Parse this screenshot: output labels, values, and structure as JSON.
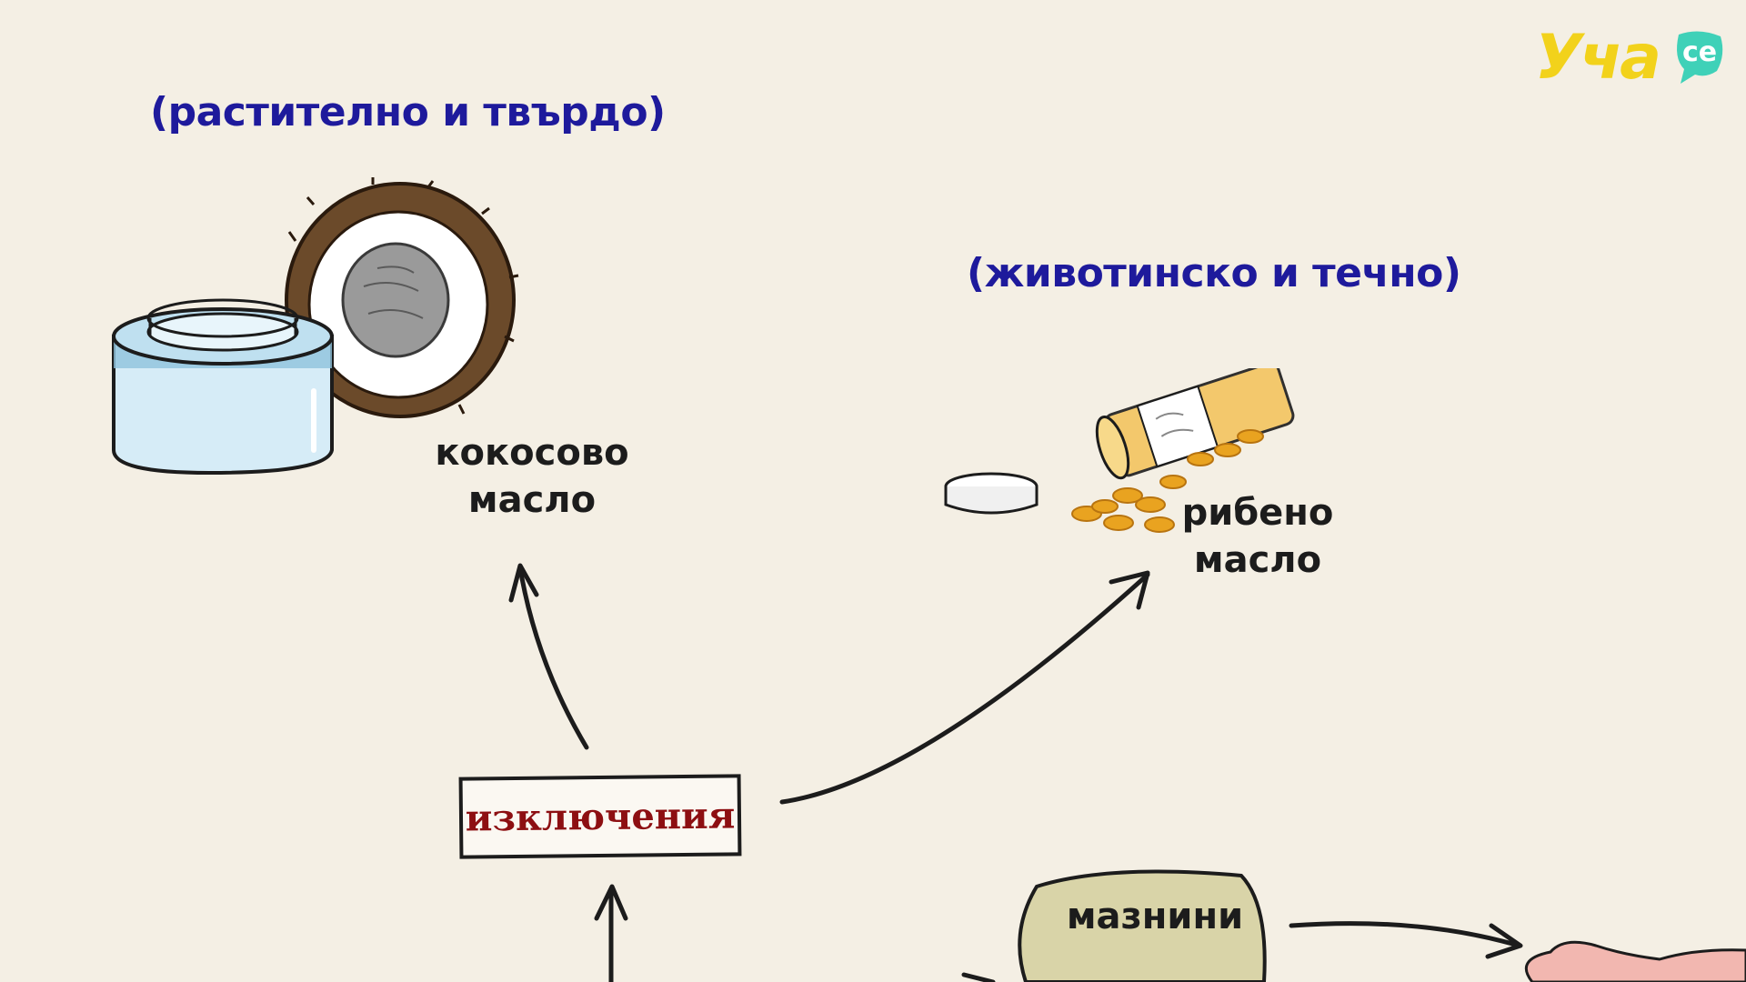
{
  "logo": {
    "word": "Уча",
    "badge": "ce",
    "colors": {
      "word": "#f2d21b",
      "badge": "#3fd1b8"
    }
  },
  "notes": {
    "plant_solid": "(растително и твърдо)",
    "animal_liquid": "(животинско и течно)"
  },
  "items": {
    "coconut_oil": {
      "line1": "кокосово",
      "line2": "масло",
      "icon": "coconut-oil-jar-icon"
    },
    "fish_oil": {
      "line1": "рибено",
      "line2": "масло",
      "icon": "fish-oil-capsules-icon"
    }
  },
  "exceptions_label": "изключения",
  "fats_label": "мазнини",
  "colors": {
    "background": "#f4efe4",
    "note_text": "#1e1a9c",
    "exception_text": "#8d0f12",
    "fats_blob": "#d9d4a8"
  }
}
